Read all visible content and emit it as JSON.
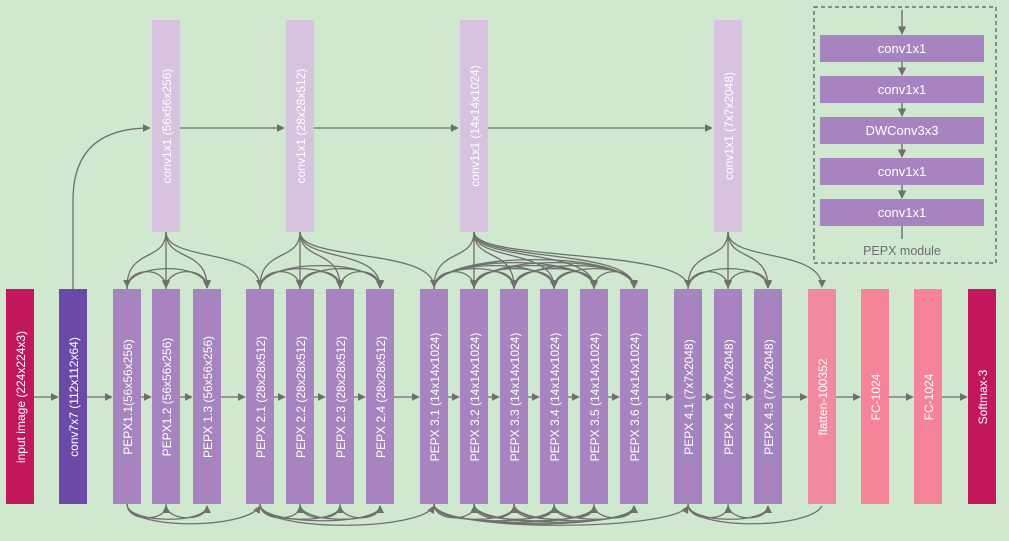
{
  "colors": {
    "background": "#cfe8cf",
    "input": "#c2185b",
    "conv7": "#6a4aa6",
    "pepx": "#a784bf",
    "pepx_dark": "#9b74b5",
    "proj": "#d7c2e0",
    "flatten": "#f28a9f",
    "fc": "#f5849a",
    "softmax": "#c2185b",
    "arrow": "#6f6f6f",
    "dashed": "#6f6f6f"
  },
  "main": {
    "input": "input image (224x224x3)",
    "conv7": "conv7x7 (112x112x64)",
    "stage1": [
      "PEPX1.1(56x56x256)",
      "PEPX1.2 (56x56x256)",
      "PEPX 1.3 (56x56x256)"
    ],
    "stage2": [
      "PEPX 2.1 (28x28x512)",
      "PEPX 2.2 (28x28x512)",
      "PEPX 2.3 (28x28x512)",
      "PEPX 2.4 (28x28x512)"
    ],
    "stage3": [
      "PEPX 3.1 (14x14x1024)",
      "PEPX 3.2 (14x14x1024)",
      "PEPX 3.3 (14x14x1024)",
      "PEPX 3.4 (14x14x1024)",
      "PEPX 3.5 (14x14x1024)",
      "PEPX 3.6 (14x14x1024)"
    ],
    "stage4": [
      "PEPX 4.1 (7x7x2048)",
      "PEPX 4.2 (7x7x2048)",
      "PEPX 4.3 (7x7x2048)"
    ],
    "flatten": "flatten-100352",
    "fc1": "FC-1024",
    "fc2": "FC-1024",
    "softmax": "Softmax-3"
  },
  "projections": [
    "conv1x1 (56x56x256)",
    "conv1x1 (28x28x512)",
    "conv1x1 (14x14x1024)",
    "conv1x1 (7x7x2048)"
  ],
  "module": {
    "title": "PEPX module",
    "layers": [
      "conv1x1",
      "conv1x1",
      "DWConv3x3",
      "conv1x1",
      "conv1x1"
    ]
  }
}
